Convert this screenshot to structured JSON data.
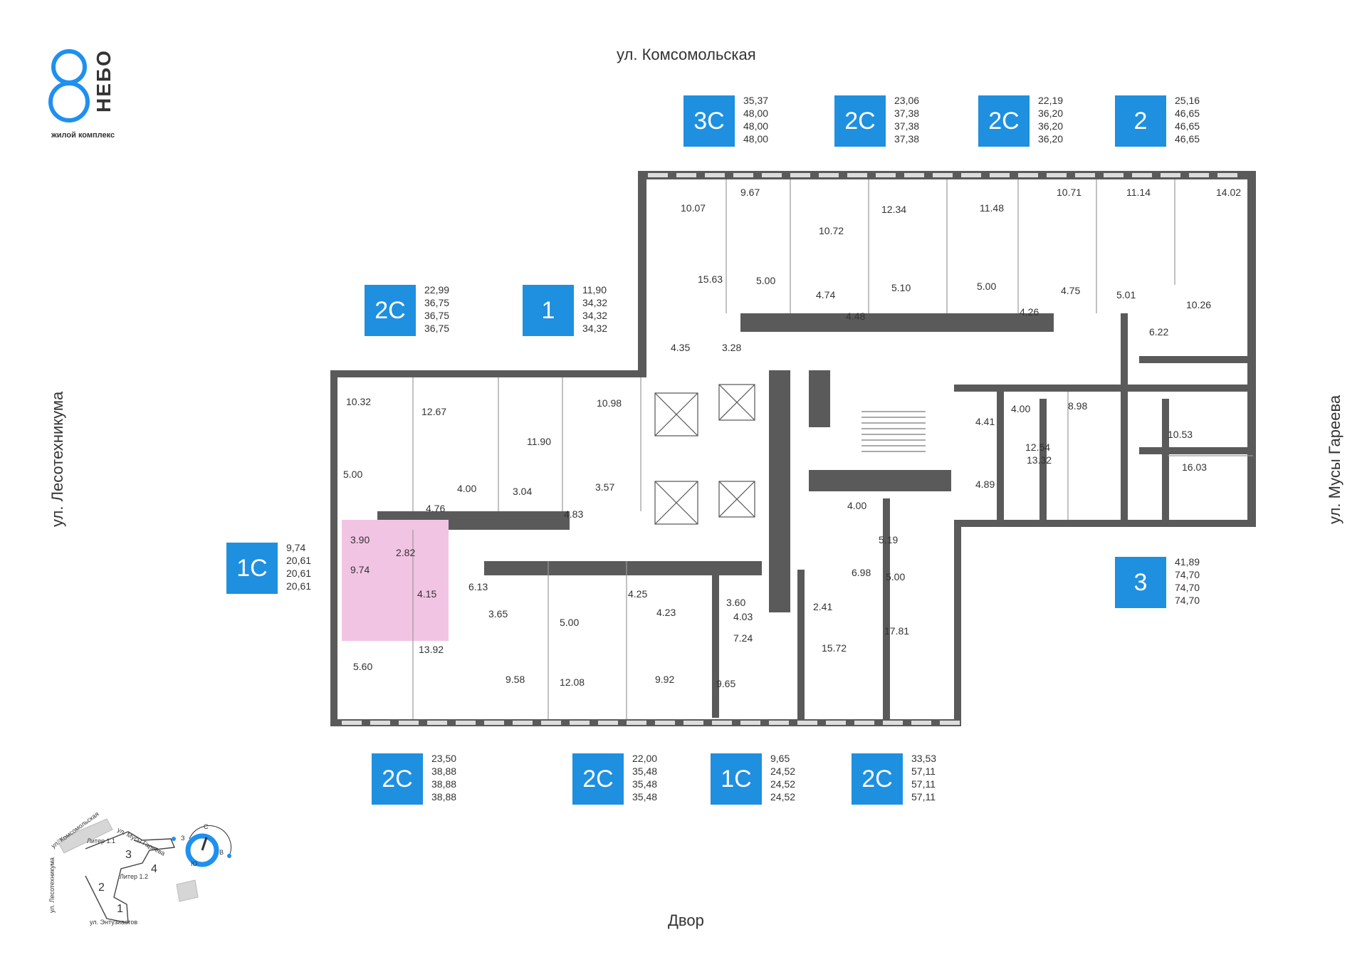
{
  "logo": {
    "name": "НЕБО",
    "subtitle": "жилой комплекс"
  },
  "streets": {
    "top": "ул. Комсомольская",
    "left": "ул. Лесотехникума",
    "right": "ул. Мусы Гареева",
    "bottom": "Двор"
  },
  "apartments": [
    {
      "type": "3С",
      "areas": [
        "35,37",
        "48,00",
        "48,00",
        "48,00"
      ]
    },
    {
      "type": "2С",
      "areas": [
        "23,06",
        "37,38",
        "37,38",
        "37,38"
      ]
    },
    {
      "type": "2С",
      "areas": [
        "22,19",
        "36,20",
        "36,20",
        "36,20"
      ]
    },
    {
      "type": "2",
      "areas": [
        "25,16",
        "46,65",
        "46,65",
        "46,65"
      ]
    },
    {
      "type": "2С",
      "areas": [
        "22,99",
        "36,75",
        "36,75",
        "36,75"
      ]
    },
    {
      "type": "1",
      "areas": [
        "11,90",
        "34,32",
        "34,32",
        "34,32"
      ]
    },
    {
      "type": "1С",
      "areas": [
        "9,74",
        "20,61",
        "20,61",
        "20,61"
      ]
    },
    {
      "type": "3",
      "areas": [
        "41,89",
        "74,70",
        "74,70",
        "74,70"
      ]
    },
    {
      "type": "2С",
      "areas": [
        "23,50",
        "38,88",
        "38,88",
        "38,88"
      ]
    },
    {
      "type": "2С",
      "areas": [
        "22,00",
        "35,48",
        "35,48",
        "35,48"
      ]
    },
    {
      "type": "1С",
      "areas": [
        "9,65",
        "24,52",
        "24,52",
        "24,52"
      ]
    },
    {
      "type": "2С",
      "areas": [
        "33,53",
        "57,11",
        "57,11",
        "57,11"
      ]
    }
  ],
  "rooms": [
    "10.07",
    "9.67",
    "10.72",
    "12.34",
    "11.48",
    "10.71",
    "11.14",
    "14.02",
    "15.63",
    "5.00",
    "4.74",
    "4.48",
    "5.10",
    "5.00",
    "4.26",
    "4.75",
    "5.01",
    "6.22",
    "10.26",
    "4.35",
    "3.28",
    "10.32",
    "12.67",
    "11.90",
    "10.98",
    "4.41",
    "4.00",
    "8.98",
    "10.53",
    "5.00",
    "4.00",
    "3.04",
    "4.83",
    "3.57",
    "12.54",
    "13.32",
    "16.03",
    "4.76",
    "4.89",
    "3.90",
    "2.82",
    "4.00",
    "5.19",
    "9.74",
    "4.15",
    "6.13",
    "3.65",
    "4.25",
    "4.23",
    "5.00",
    "3.60",
    "4.03",
    "2.41",
    "6.98",
    "5.00",
    "17.81",
    "5.60",
    "13.92",
    "9.58",
    "12.08",
    "9.92",
    "7.24",
    "9.65",
    "15.72"
  ],
  "minimap": {
    "streets": [
      "ул. Комсомольская",
      "ул. Мусы Гареева",
      "ул. Лесотехникума",
      "ул. Энтузиастов"
    ],
    "buildings": [
      "1",
      "2",
      "3",
      "4"
    ],
    "liters": [
      "Литер 1.1",
      "Литер 1.2"
    ],
    "compass": {
      "n": "С",
      "s": "Ю",
      "w": "З",
      "e": "В"
    }
  },
  "colors": {
    "badge": "#1f8fe0",
    "wall": "#555555",
    "highlight": "#f2c4e4",
    "logo": "#1e90f0"
  }
}
